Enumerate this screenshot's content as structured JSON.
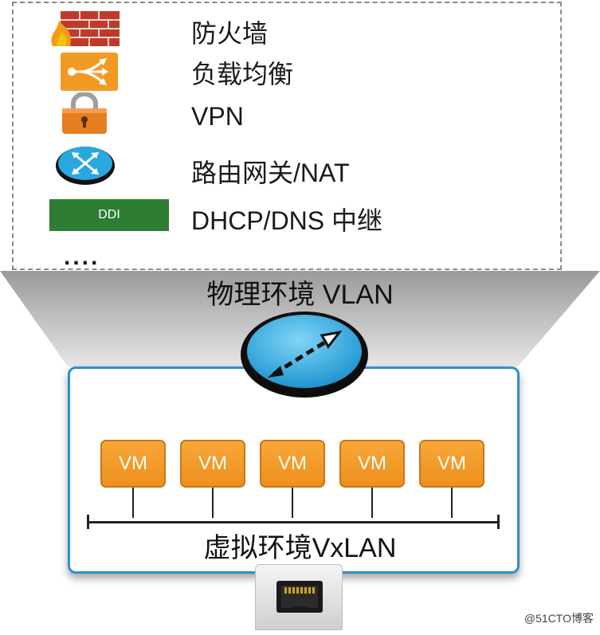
{
  "services": [
    {
      "icon": "firewall-icon",
      "label": "防火墙"
    },
    {
      "icon": "load-balancer-icon",
      "label": "负载均衡"
    },
    {
      "icon": "vpn-lock-icon",
      "label": "VPN"
    },
    {
      "icon": "router-icon",
      "label": "路由网关/NAT"
    },
    {
      "icon": "ddi-icon",
      "label": "DHCP/DNS 中继"
    }
  ],
  "ddi_badge": "DDI",
  "more": "....",
  "physical_label": "物理环境 VLAN",
  "vms": [
    "VM",
    "VM",
    "VM",
    "VM",
    "VM"
  ],
  "virtual_label": "虚拟环境VxLAN",
  "watermark": "@51CTO博客",
  "colors": {
    "vm_fill": "#f39a24",
    "container_border": "#2f8fcf",
    "ddi_green": "#2e7d32",
    "switch_blue": "#29a8e0"
  }
}
